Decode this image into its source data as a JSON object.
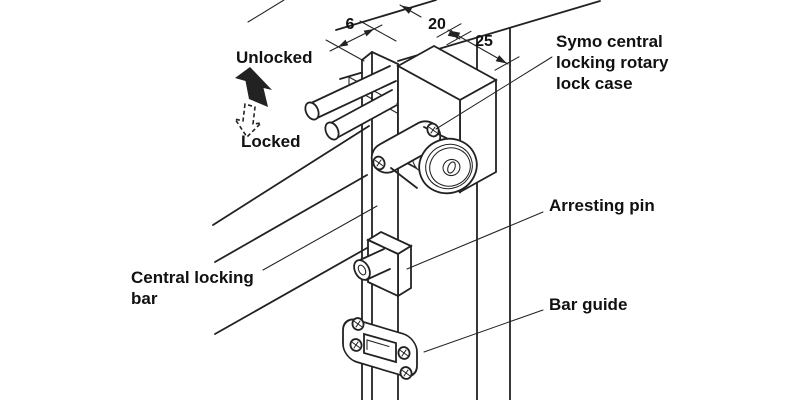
{
  "diagram": {
    "type": "isometric-technical-drawing",
    "subject": "Symo central locking system for cabinet side panel"
  },
  "labels": {
    "unlocked": "Unlocked",
    "locked": "Locked",
    "symo_lines": [
      "Symo central",
      "locking rotary",
      "lock case"
    ],
    "arresting_pin": "Arresting pin",
    "bar_guide": "Bar guide",
    "central_bar_lines": [
      "Central locking",
      "bar"
    ]
  },
  "dimensions": {
    "door_gap": "6",
    "panel_thickness": "20",
    "lock_offset": "25"
  },
  "icons": {
    "unlocked_arrow": "solid-up-arrow",
    "locked_arrow": "dashed-down-arrow"
  },
  "colors": {
    "line": "#222222",
    "text": "#111111",
    "background": "#ffffff"
  }
}
